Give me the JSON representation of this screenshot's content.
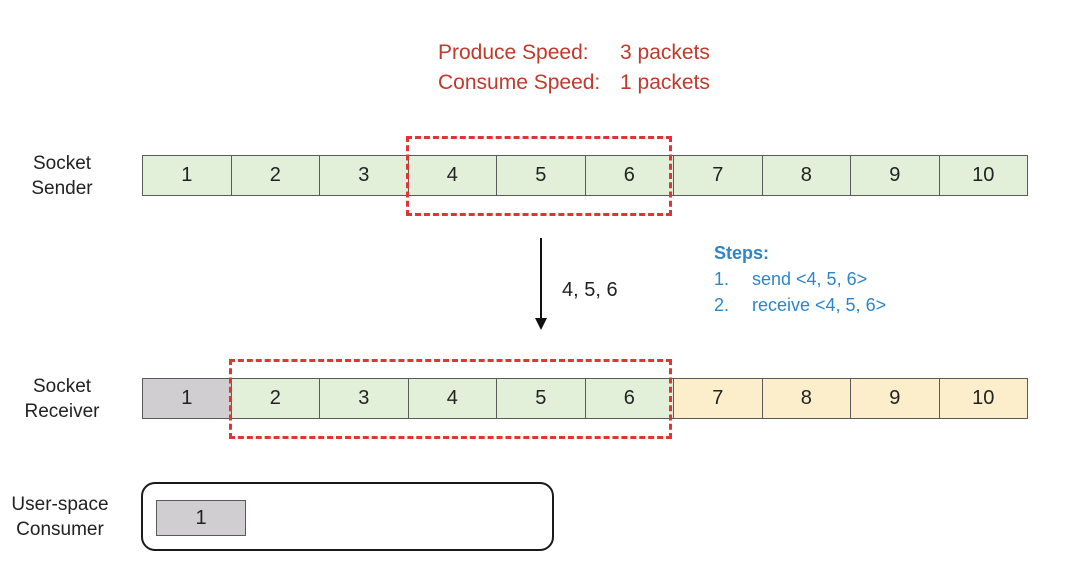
{
  "speeds": {
    "produce": {
      "label": "Produce Speed:",
      "value": "3 packets"
    },
    "consume": {
      "label": "Consume Speed:",
      "value": "1 packets"
    }
  },
  "sender": {
    "label_line1": "Socket",
    "label_line2": "Sender",
    "cells": [
      "1",
      "2",
      "3",
      "4",
      "5",
      "6",
      "7",
      "8",
      "9",
      "10"
    ]
  },
  "transfer": {
    "label": "4, 5, 6"
  },
  "steps": {
    "title": "Steps:",
    "items": [
      {
        "num": "1.",
        "text": "send <4, 5, 6>"
      },
      {
        "num": "2.",
        "text": "receive <4, 5, 6>"
      }
    ]
  },
  "receiver": {
    "label_line1": "Socket",
    "label_line2": "Receiver",
    "cells": [
      "1",
      "2",
      "3",
      "4",
      "5",
      "6",
      "7",
      "8",
      "9",
      "10"
    ]
  },
  "consumer": {
    "label_line1": "User-space",
    "label_line2": "Consumer",
    "packets": [
      "1"
    ]
  },
  "colors": {
    "highlight": "#e03535",
    "sent_cell": "#e2efd9",
    "consumed_cell": "#d0ced0",
    "pending_cell": "#fdeecb",
    "speed_text": "#c0392b",
    "steps_text": "#2e86c9"
  }
}
